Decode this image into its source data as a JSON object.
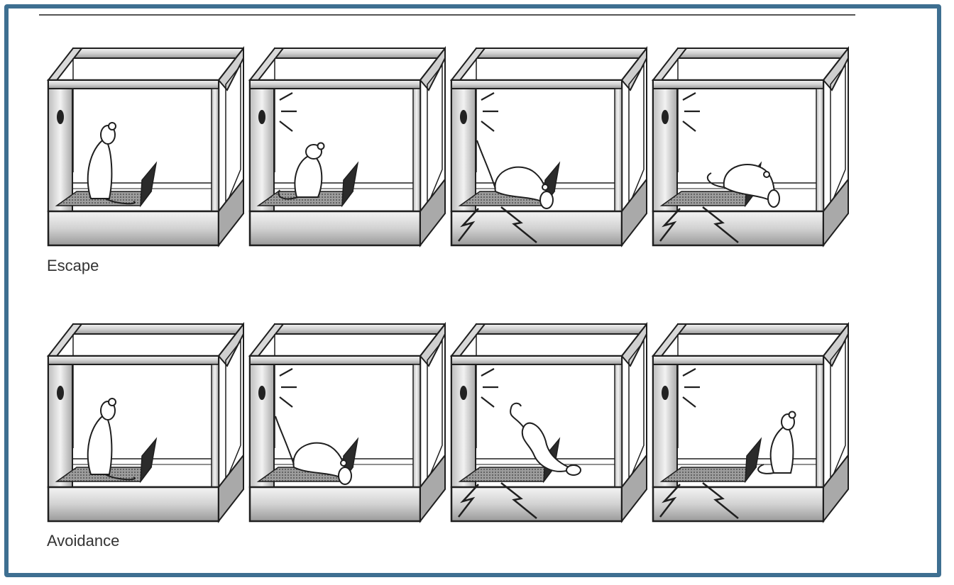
{
  "labels": {
    "escape": "Escape",
    "avoidance": "Avoidance"
  },
  "colors": {
    "frame_border": "#3e6f91",
    "metal_light": "#efefef",
    "metal_mid": "#c8c8c8",
    "metal_dark": "#8a8a8a",
    "ink": "#1f1f1f"
  },
  "rows": [
    {
      "name": "escape",
      "panels": [
        {
          "sound": false,
          "shock": false,
          "rat": "left-standing"
        },
        {
          "sound": true,
          "shock": false,
          "rat": "left-sitting"
        },
        {
          "sound": true,
          "shock": true,
          "rat": "on-barrier"
        },
        {
          "sound": true,
          "shock": true,
          "rat": "crossing-right"
        }
      ]
    },
    {
      "name": "avoidance",
      "panels": [
        {
          "sound": false,
          "shock": false,
          "rat": "left-standing"
        },
        {
          "sound": true,
          "shock": false,
          "rat": "on-barrier"
        },
        {
          "sound": true,
          "shock": true,
          "rat": "leaping-right"
        },
        {
          "sound": true,
          "shock": true,
          "rat": "right-standing"
        }
      ]
    }
  ]
}
